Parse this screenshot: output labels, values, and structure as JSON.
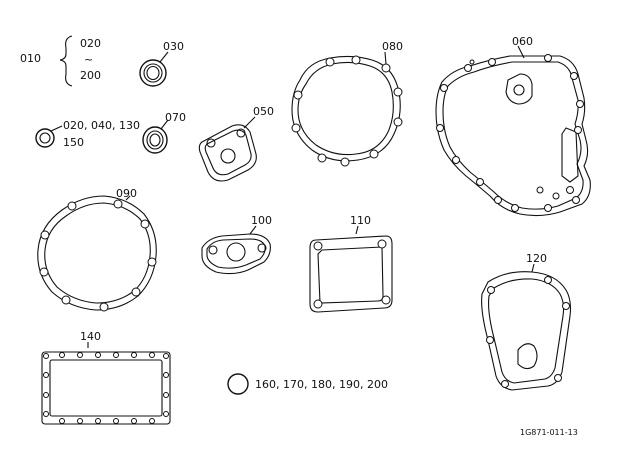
{
  "parts": {
    "p010": "010",
    "p020": "020",
    "tilde": "~",
    "p200": "200",
    "p030": "030",
    "p080": "080",
    "p060": "060",
    "p020_040_130": "020, 040, 130",
    "p150": "150",
    "p070": "070",
    "p050": "050",
    "p090": "090",
    "p100": "100",
    "p110": "110",
    "p120": "120",
    "p140": "140",
    "oring_list": "160, 170, 180, 190, 200"
  },
  "figure_code": "1G871-011-13"
}
